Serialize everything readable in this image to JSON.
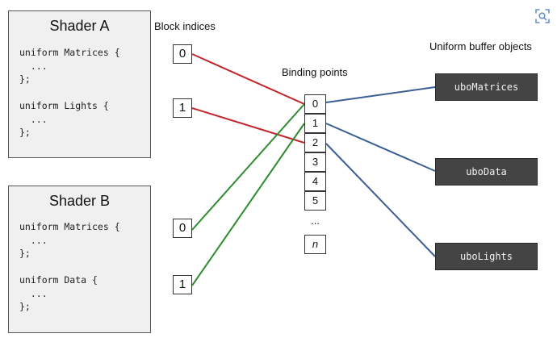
{
  "shader_a": {
    "title": "Shader A",
    "code": "uniform Matrices {\n  ...\n};\n\nuniform Lights {\n  ...\n};"
  },
  "shader_b": {
    "title": "Shader B",
    "code": "uniform Matrices {\n  ...\n};\n\nuniform Data {\n  ...\n};"
  },
  "labels": {
    "block_indices": "Block indices",
    "binding_points": "Binding points",
    "ubos": "Uniform buffer objects"
  },
  "block_indices": {
    "a0": "0",
    "a1": "1",
    "b0": "0",
    "b1": "1"
  },
  "binding_points": [
    "0",
    "1",
    "2",
    "3",
    "4",
    "5"
  ],
  "binding_ellipsis": "...",
  "binding_last": "n",
  "ubos": [
    "uboMatrices",
    "uboData",
    "uboLights"
  ],
  "colors": {
    "shader_a_link": "#c0282d",
    "shader_b_link": "#2e8b2e",
    "ubo_link": "#3b5f94"
  },
  "icons": [
    "zoom-icon"
  ]
}
